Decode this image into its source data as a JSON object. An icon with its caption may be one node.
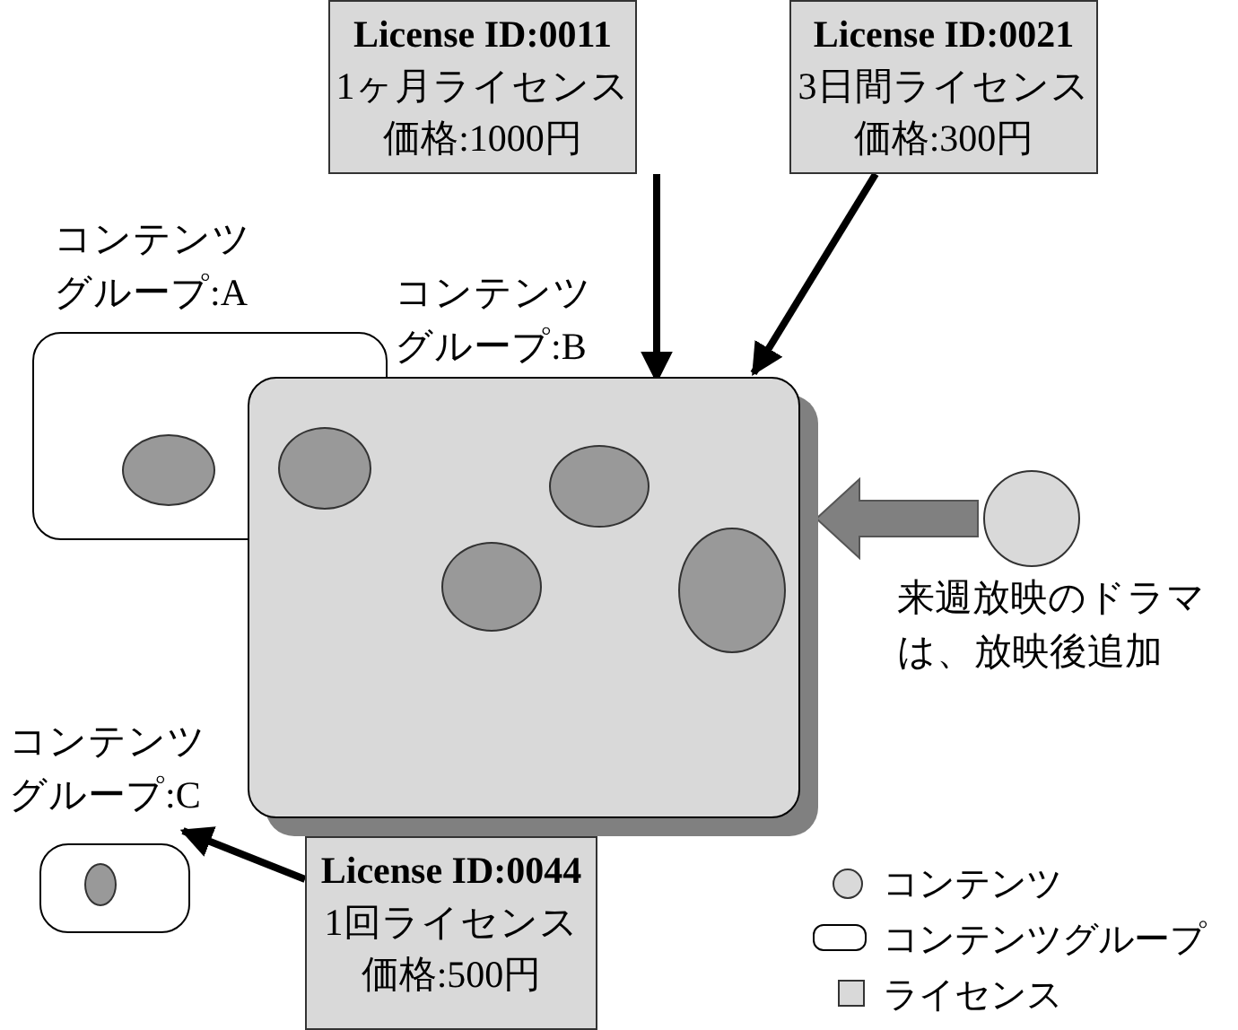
{
  "diagram": {
    "nodes": [
      {
        "text": [
          "License ID:0011",
          "1ヶ月ライセンス",
          "価格:1000円"
        ]
      },
      {
        "text": [
          "License ID:0021",
          "3日間ライセンス",
          "価格:300円"
        ]
      },
      {
        "text": [
          "コンテンツグループ:A"
        ]
      },
      {
        "text": [],
        "shape": "circle",
        "in": 2
      },
      {
        "text": [
          "コンテンツグループ:B"
        ]
      },
      {
        "text": [],
        "shape": "circle"
      },
      {
        "text": [],
        "shape": "circle",
        "in": 4
      },
      {
        "text": [],
        "shape": "circle",
        "in": 4
      },
      {
        "text": [],
        "shape": "circle",
        "in": 4
      },
      {
        "text": [],
        "shape": "circle",
        "beside": [
          "来週放映のドラマは、放映後追加"
        ]
      },
      {
        "text": [
          "コンテンツグループ:C"
        ]
      },
      {
        "text": [],
        "shape": "circle",
        "in": 10
      },
      {
        "text": [
          "License ID:0044",
          "1回ライセンス",
          "価格:500円"
        ]
      }
    ],
    "edges": [
      {
        "from": 0,
        "to": 4,
        "arrow": "to"
      },
      {
        "from": 1,
        "to": 4,
        "arrow": "to"
      },
      {
        "from": 9,
        "to": 4,
        "arrow": "to",
        "style": "thick",
        "color": "#808080"
      },
      {
        "from": 12,
        "to": 10,
        "arrow": "to"
      }
    ],
    "legend": [
      {
        "text": "コンテンツ"
      },
      {
        "text": "コンテンツグループ"
      },
      {
        "text": "ライセンス"
      }
    ]
  }
}
